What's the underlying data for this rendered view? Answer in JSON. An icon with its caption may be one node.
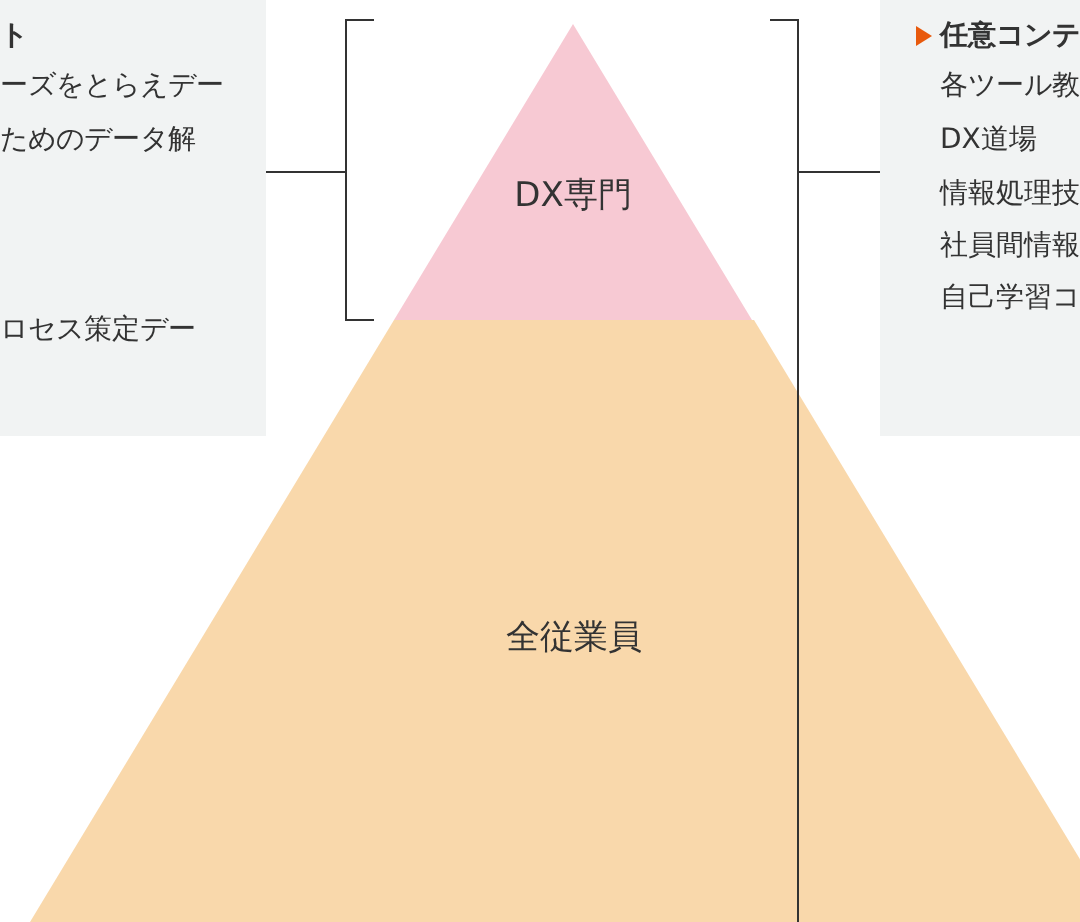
{
  "diagram": {
    "nodes": [
      {
        "text": [
          "ト",
          "ーズをとらえデー",
          "ためのデータ解",
          "ロセス策定デー"
        ]
      },
      {
        "text": [
          "任意コンテ",
          "各ツール教",
          "DX道場",
          "情報処理技",
          "社員間情報",
          "自己学習コ"
        ]
      },
      {
        "text": [
          "DX専門"
        ]
      },
      {
        "text": [
          "全従業員"
        ]
      }
    ],
    "edges": [
      {
        "from": 0,
        "to": 2,
        "arrow": "none"
      },
      {
        "from": 1,
        "to": 3,
        "arrow": "none"
      }
    ]
  }
}
